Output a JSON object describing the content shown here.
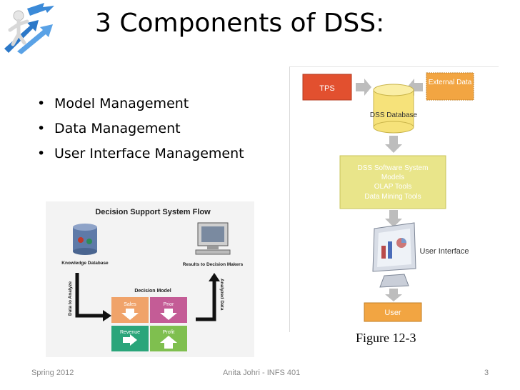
{
  "slide": {
    "title": "3 Components of  DSS:",
    "bullets": [
      "Model Management",
      "Data Management",
      "User Interface Management"
    ]
  },
  "flow_diagram": {
    "title": "Decision Support System Flow",
    "knowledge_db": "Knowledge Database",
    "results": "Results to Decision Makers",
    "data_to_analyze": "Data to Analyze",
    "analyzed_data": "Analyzed Data",
    "decision_model": "Decision Model",
    "cells": [
      "Sales",
      "Prior",
      "Revenue",
      "Profit"
    ],
    "colors": {
      "sales": "#f0a36a",
      "prior": "#c45c96",
      "revenue": "#2aa57a",
      "profit": "#7fbf4f"
    }
  },
  "figure": {
    "tps": "TPS",
    "external": "External Data",
    "dss_database": "DSS Database",
    "software": [
      "DSS Software System",
      "Models",
      "OLAP Tools",
      "Data Mining Tools"
    ],
    "user_interface": "User Interface",
    "user": "User",
    "caption": "Figure 12-3",
    "colors": {
      "tps": "#e2502f",
      "external": "#f2a542",
      "database": "#f6e27a",
      "software": "#e9e58a",
      "user": "#f2a542"
    }
  },
  "footer": {
    "left": "Spring 2012",
    "center": "Anita Johri - INFS 401",
    "right": "3"
  }
}
